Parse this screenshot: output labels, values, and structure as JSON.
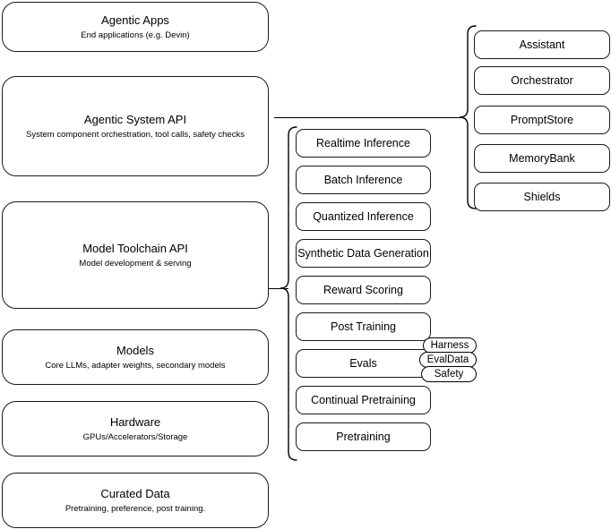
{
  "diagram": {
    "title": "AI stack layered architecture diagram",
    "stroke_color": "#1a1a1a",
    "background_color": "#ffffff"
  },
  "layers": [
    {
      "title": "Agentic Apps",
      "subtitle": "End applications (e.g. Devin)"
    },
    {
      "title": "Agentic System API",
      "subtitle": "System component orchestration, tool calls, safety checks"
    },
    {
      "title": "Model Toolchain API",
      "subtitle": "Model development & serving"
    },
    {
      "title": "Models",
      "subtitle": "Core LLMs, adapter weights, secondary models"
    },
    {
      "title": "Hardware",
      "subtitle": "GPUs/Accelerators/Storage"
    },
    {
      "title": "Curated Data",
      "subtitle": "Pretraining, preference, post training."
    }
  ],
  "toolchain_items": [
    {
      "label": "Realtime Inference"
    },
    {
      "label": "Batch Inference"
    },
    {
      "label": "Quantized Inference"
    },
    {
      "label": "Synthetic Data Generation"
    },
    {
      "label": "Reward Scoring"
    },
    {
      "label": "Post Training"
    },
    {
      "label": "Evals"
    },
    {
      "label": "Continual Pretraining"
    },
    {
      "label": "Pretraining"
    }
  ],
  "eval_tags": [
    {
      "label": "Harness"
    },
    {
      "label": "EvalData"
    },
    {
      "label": "Safety"
    }
  ],
  "system_items": [
    {
      "label": "Assistant"
    },
    {
      "label": "Orchestrator"
    },
    {
      "label": "PromptStore"
    },
    {
      "label": "MemoryBank"
    },
    {
      "label": "Shields"
    }
  ]
}
